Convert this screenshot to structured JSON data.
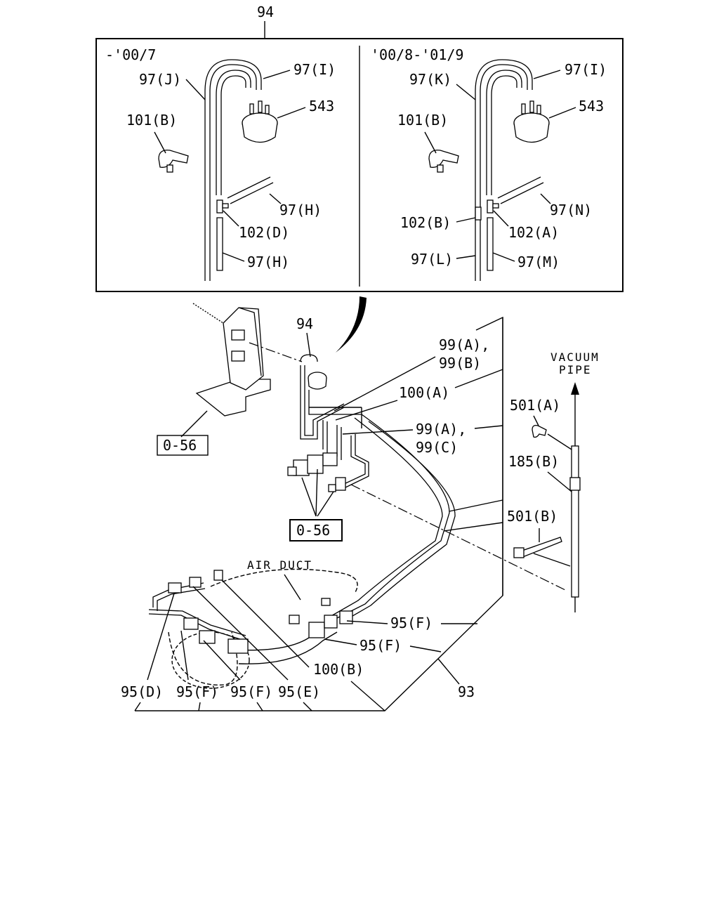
{
  "callouts": {
    "top_assembly": "94",
    "left_panel_date": "-'00/7",
    "right_panel_date": "'00/8-'01/9",
    "left": {
      "hose_j": "97(J)",
      "hose_i": "97(I)",
      "valve": "543",
      "clip_b": "101(B)",
      "hose_h_top": "97(H)",
      "tee_d": "102(D)",
      "hose_h_bottom": "97(H)"
    },
    "right": {
      "hose_k": "97(K)",
      "hose_i": "97(I)",
      "valve": "543",
      "clip_b": "101(B)",
      "hose_n": "97(N)",
      "joint_b": "102(B)",
      "tee_a": "102(A)",
      "hose_l": "97(L)",
      "hose_m": "97(M)"
    },
    "main": {
      "assembly_94": "94",
      "hose_99_ab_1": "99(A),",
      "hose_99_ab_2": "99(B)",
      "clip_100a": "100(A)",
      "hose_99_ac_1": "99(A),",
      "hose_99_ac_2": "99(C)",
      "ref_0_56_upper": "0-56",
      "ref_0_56_lower": "0-56",
      "vacuum_1": "VACUUM",
      "vacuum_2": "PIPE",
      "clip_501a": "501(A)",
      "pipe_185b": "185(B)",
      "tie_501b": "501(B)",
      "air_duct": "AIR DUCT",
      "clip_95f_1": "95(F)",
      "clip_95f_2": "95(F)",
      "clip_100b": "100(B)",
      "pipe_93": "93",
      "clip_95d": "95(D)",
      "clip_95f_3": "95(F)",
      "clip_95f_4": "95(F)",
      "clip_95e": "95(E)"
    }
  }
}
